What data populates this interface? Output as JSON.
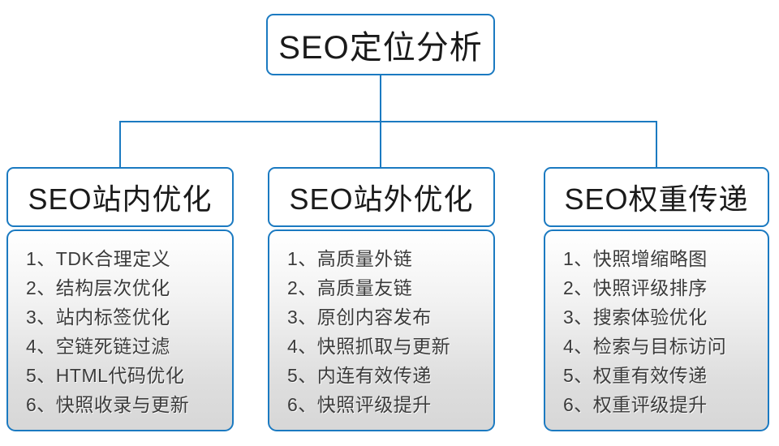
{
  "diagram": {
    "root": {
      "label": "SEO定位分析"
    },
    "columns": [
      {
        "title": "SEO站内优化",
        "items": [
          "1、TDK合理定义",
          "2、结构层次优化",
          "3、站内标签优化",
          "4、空链死链过滤",
          "5、HTML代码优化",
          "6、快照收录与更新"
        ]
      },
      {
        "title": "SEO站外优化",
        "items": [
          "1、高质量外链",
          "2、高质量友链",
          "3、原创内容发布",
          "4、快照抓取与更新",
          "5、内连有效传递",
          "6、快照评级提升"
        ]
      },
      {
        "title": "SEO权重传递",
        "items": [
          "1、快照增缩略图",
          "2、快照评级排序",
          "3、搜索体验优化",
          "4、检索与目标访问",
          "5、权重有效传递",
          "6、权重评级提升"
        ]
      }
    ],
    "colors": {
      "line": "#1b7ac1",
      "border": "#1b7ac1",
      "body_gradient_top": "#ffffff",
      "body_gradient_bottom": "#d7d7d7",
      "title_text": "#1a1a1a",
      "list_text": "#3b3b3b"
    }
  }
}
